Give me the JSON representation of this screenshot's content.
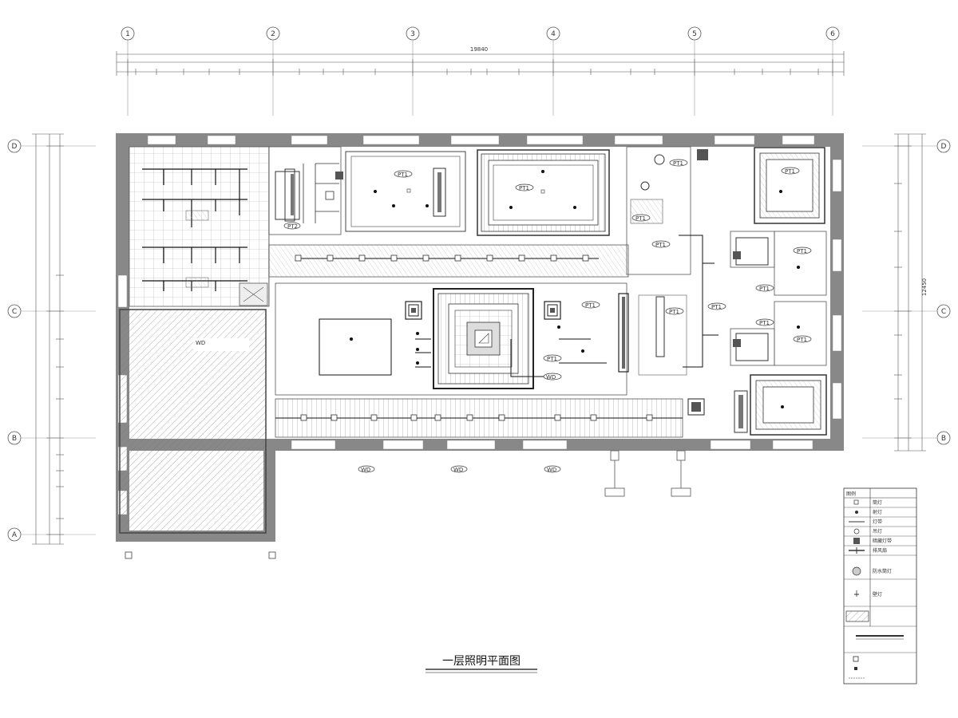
{
  "drawing": {
    "title": "一层照明平面图"
  },
  "axes": {
    "columns": [
      "1",
      "2",
      "3",
      "4",
      "5",
      "6"
    ],
    "rows": [
      "D",
      "C",
      "B",
      "A"
    ]
  },
  "dimensions": {
    "overall_top": "19840",
    "overall_right": "12450"
  },
  "tags": {
    "pt1": "PT1",
    "pt2": "PT2",
    "wd": "WD"
  },
  "legend": {
    "header": "图例",
    "items": [
      "筒灯",
      "射灯",
      "灯带",
      "吊灯",
      "暗藏灯带",
      "排风扇",
      "防水筒灯",
      "壁灯"
    ]
  }
}
